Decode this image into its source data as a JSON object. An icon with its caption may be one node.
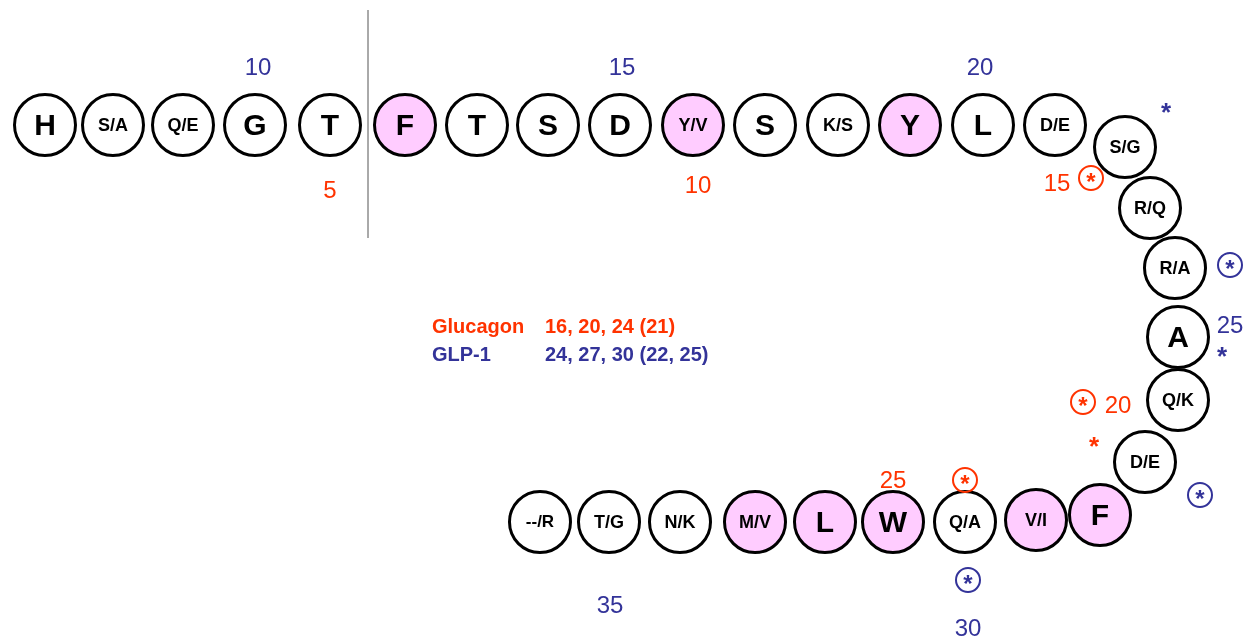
{
  "diagram": {
    "nodes": [
      {
        "text": [
          "H"
        ]
      },
      {
        "text": [
          "S/A"
        ]
      },
      {
        "text": [
          "Q/E"
        ]
      },
      {
        "text": [
          "G"
        ]
      },
      {
        "text": [
          "T"
        ]
      },
      {
        "text": [
          "F"
        ]
      },
      {
        "text": [
          "T"
        ]
      },
      {
        "text": [
          "S"
        ]
      },
      {
        "text": [
          "D"
        ]
      },
      {
        "text": [
          "Y/V"
        ]
      },
      {
        "text": [
          "S"
        ]
      },
      {
        "text": [
          "K/S"
        ]
      },
      {
        "text": [
          "Y"
        ]
      },
      {
        "text": [
          "L"
        ]
      },
      {
        "text": [
          "D/E"
        ]
      },
      {
        "text": [
          "S/G"
        ]
      },
      {
        "text": [
          "R/Q"
        ]
      },
      {
        "text": [
          "R/A"
        ]
      },
      {
        "text": [
          "A"
        ]
      },
      {
        "text": [
          "Q/K"
        ]
      },
      {
        "text": [
          "D/E"
        ]
      },
      {
        "text": [
          "F"
        ]
      },
      {
        "text": [
          "V/I"
        ]
      },
      {
        "text": [
          "Q/A"
        ]
      },
      {
        "text": [
          "W"
        ]
      },
      {
        "text": [
          "L"
        ]
      },
      {
        "text": [
          "M/V"
        ]
      },
      {
        "text": [
          "N/K"
        ]
      },
      {
        "text": [
          "T/G"
        ]
      },
      {
        "text": [
          "--/R"
        ]
      }
    ],
    "labels": [
      "10",
      "15",
      "20",
      "*",
      "5",
      "10",
      "15",
      "*",
      "*",
      "25",
      "*",
      "Glucagon",
      "16, 20, 24 (21)",
      "*",
      "20",
      "GLP-1",
      "24, 27, 30 (22, 25)",
      "*",
      "25",
      "*",
      "*",
      "*",
      "35",
      "30"
    ]
  }
}
